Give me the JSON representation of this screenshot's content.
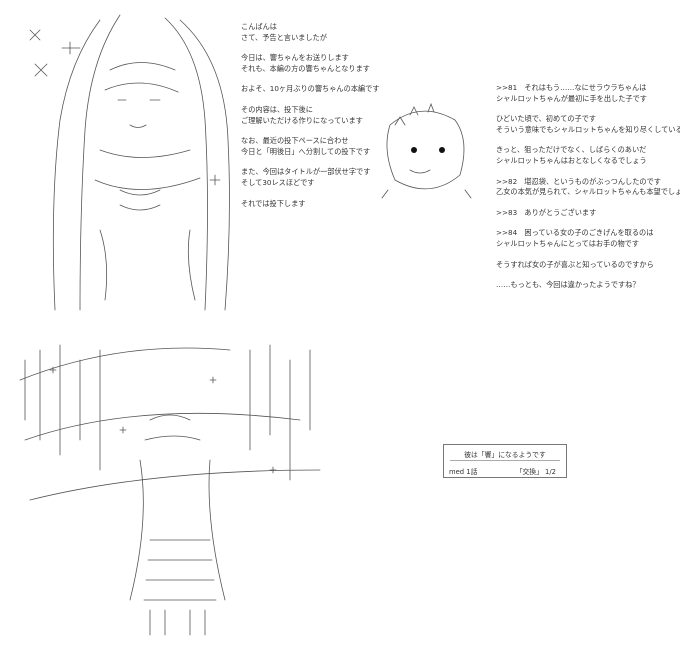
{
  "narration": [
    "こんばんは",
    "さて、予告と言いましたが",
    "",
    "今日は、響ちゃんをお送りします",
    "それも、本編の方の響ちゃんとなります",
    "",
    "およそ、10ヶ月ぶりの響ちゃんの本編です",
    "",
    "その内容は、投下後に",
    "ご理解いただける作りになっています",
    "",
    "なお、最近の投下ペースに合わせ",
    "今日と「明後日」へ分割しての投下です",
    "",
    "また、今回はタイトルが一部伏せ字です",
    "そして30レスほどです",
    "",
    "それでは投下します"
  ],
  "replies": [
    ">>81　それはもう……なにせラウラちゃんは",
    "シャルロットちゃんが最初に手を出した子です",
    "",
    "ひどいた頃で、初めての子です",
    "そういう意味でもシャルロットちゃんを知り尽くしているのです",
    "",
    "きっと、狙っただけでなく、しばらくのあいだ",
    "シャルロットちゃんはおとなしくなるでしょう",
    "",
    ">>82　堪忍袋、というものがぶっつんしたのです",
    "乙女の本気が見られて、シャルロットちゃんも本望でしょう",
    "",
    ">>83　ありがとうございます",
    "",
    ">>84　困っている女の子のごきげんを取るのは",
    "シャルロットちゃんにとってはお手の物です",
    "",
    "そうすれば女の子が喜ぶと知っているのですから",
    "",
    "……もっとも、今回は違かったようですね？"
  ],
  "title_card": {
    "headline": "彼は「響」になるようです",
    "episode": "med 1話",
    "subtitle": "「交換」 1/2"
  }
}
